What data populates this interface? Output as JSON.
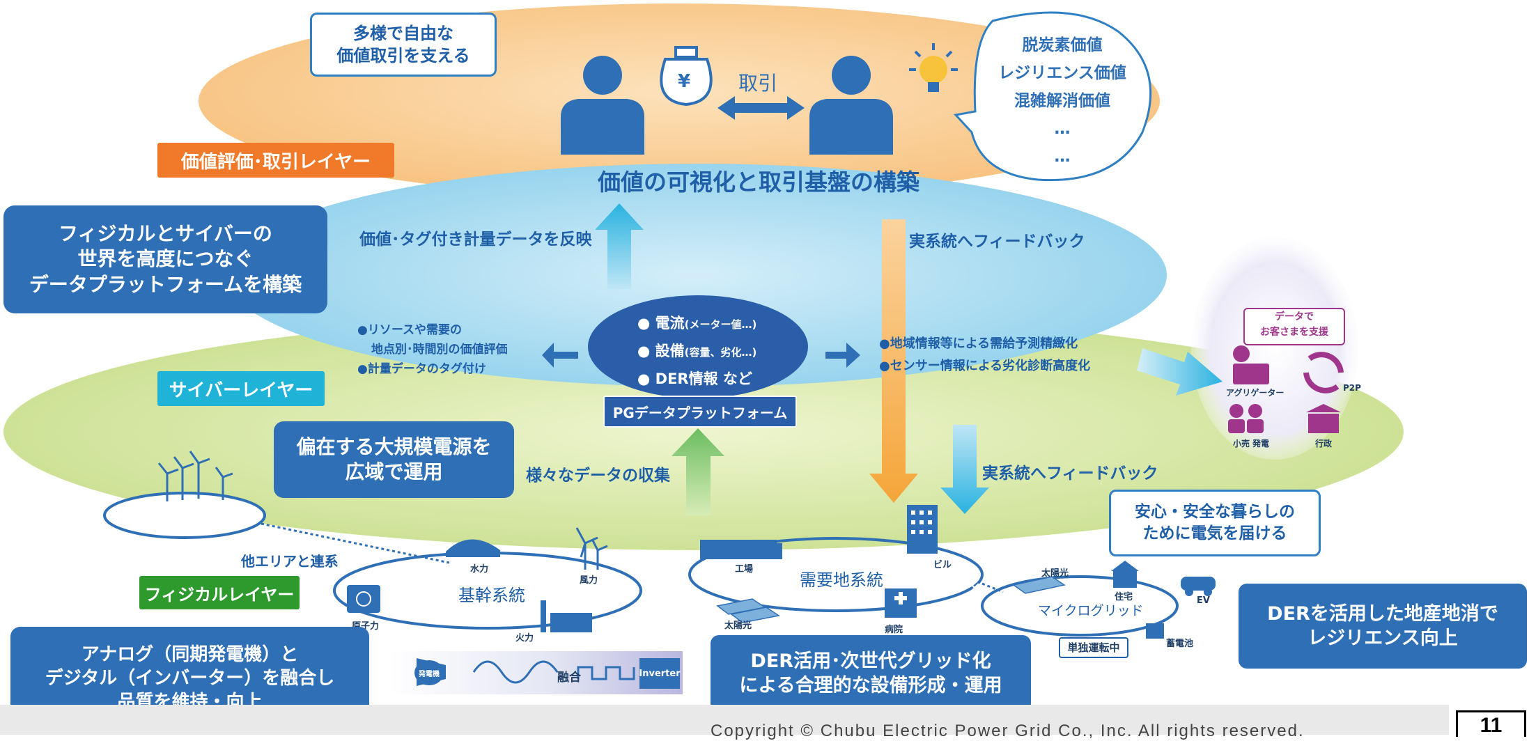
{
  "value_layer": {
    "tag": "価値評価･取引レイヤー",
    "support_box": [
      "多様で自由な",
      "価値取引を支える"
    ],
    "trade_label": "取引",
    "yen_symbol": "¥",
    "values_bubble": [
      "脱炭素価値",
      "レジリエンス価値",
      "混雑解消価値",
      "…",
      "…"
    ],
    "title": "価値の可視化と取引基盤の構築"
  },
  "arrows": {
    "reflect": "価値･タグ付き計量データを反映",
    "feedback_top": "実系統へフィードバック",
    "collect": "様々なデータの収集",
    "feedback_bottom": "実系統へフィードバック"
  },
  "cyber_layer": {
    "tag": "サイバーレイヤー",
    "callout": [
      "フィジカルとサイバーの",
      "世界を高度につなぐ",
      "データプラットフォームを構築"
    ],
    "left_items": [
      "●リソースや需要の",
      "地点別･時間別の価値評価",
      "●計量データのタグ付け"
    ],
    "center_items": [
      {
        "main": "● 電流",
        "sub": "(メーター値…)"
      },
      {
        "main": "● 設備",
        "sub": "(容量、劣化…)"
      },
      {
        "main": "● DER情報 など",
        "sub": ""
      }
    ],
    "platform_label": "PGデータプラットフォーム",
    "right_items": [
      "●地域情報等による需給予測精緻化",
      "●センサー情報による劣化診断高度化"
    ]
  },
  "customer_panel": {
    "title": [
      "データで",
      "お客さまを支援"
    ],
    "aggregator": "アグリゲーター",
    "p2p": "P2P",
    "retail": "小売",
    "generation": "発電",
    "gov": "行政"
  },
  "physical_layer": {
    "tag": "フィジカルレイヤー",
    "callout_top": [
      "偏在する大規模電源を",
      "広域で運用"
    ],
    "other_area": "他エリアと連系",
    "trunk": "基幹系統",
    "demand": "需要地系統",
    "microgrid": "マイクログリッド",
    "hydro": "水力",
    "wind": "風力",
    "nuclear": "原子力",
    "thermal": "火力",
    "factory": "工場",
    "solar1": "太陽光",
    "building": "ビル",
    "hospital": "病院",
    "solar2": "太陽光",
    "house": "住宅",
    "ev": "EV",
    "battery": "蓄電池",
    "standalone": "単独運転中",
    "safety_box": [
      "安心・安全な暮らしの",
      "ために電気を届ける"
    ],
    "der_local": [
      "DERを活用した地産地消で",
      "レジリエンス向上"
    ],
    "der_next": [
      "DER活用･次世代グリッド化",
      "による合理的な設備形成・運用"
    ],
    "analog_digital": [
      "アナログ（同期発電機）と",
      "デジタル（インバーター）を融合し",
      "品質を維持・向上"
    ],
    "generator": "発電機",
    "fusion": "融合",
    "inverter": "Inverter"
  },
  "footer": {
    "copyright": "Copyright © Chubu Electric Power Grid Co., Inc. All rights reserved.",
    "page": "11"
  },
  "colors": {
    "orange_layer": "#f9c98a",
    "cyber_layer": "#9fd6ef",
    "physical_layer": "#cfe39a",
    "dark_blue": "#2f6fb6",
    "value_tag": "#f07a2a",
    "cyber_tag": "#1fb3d8",
    "physical_tag": "#2e9a2e"
  }
}
